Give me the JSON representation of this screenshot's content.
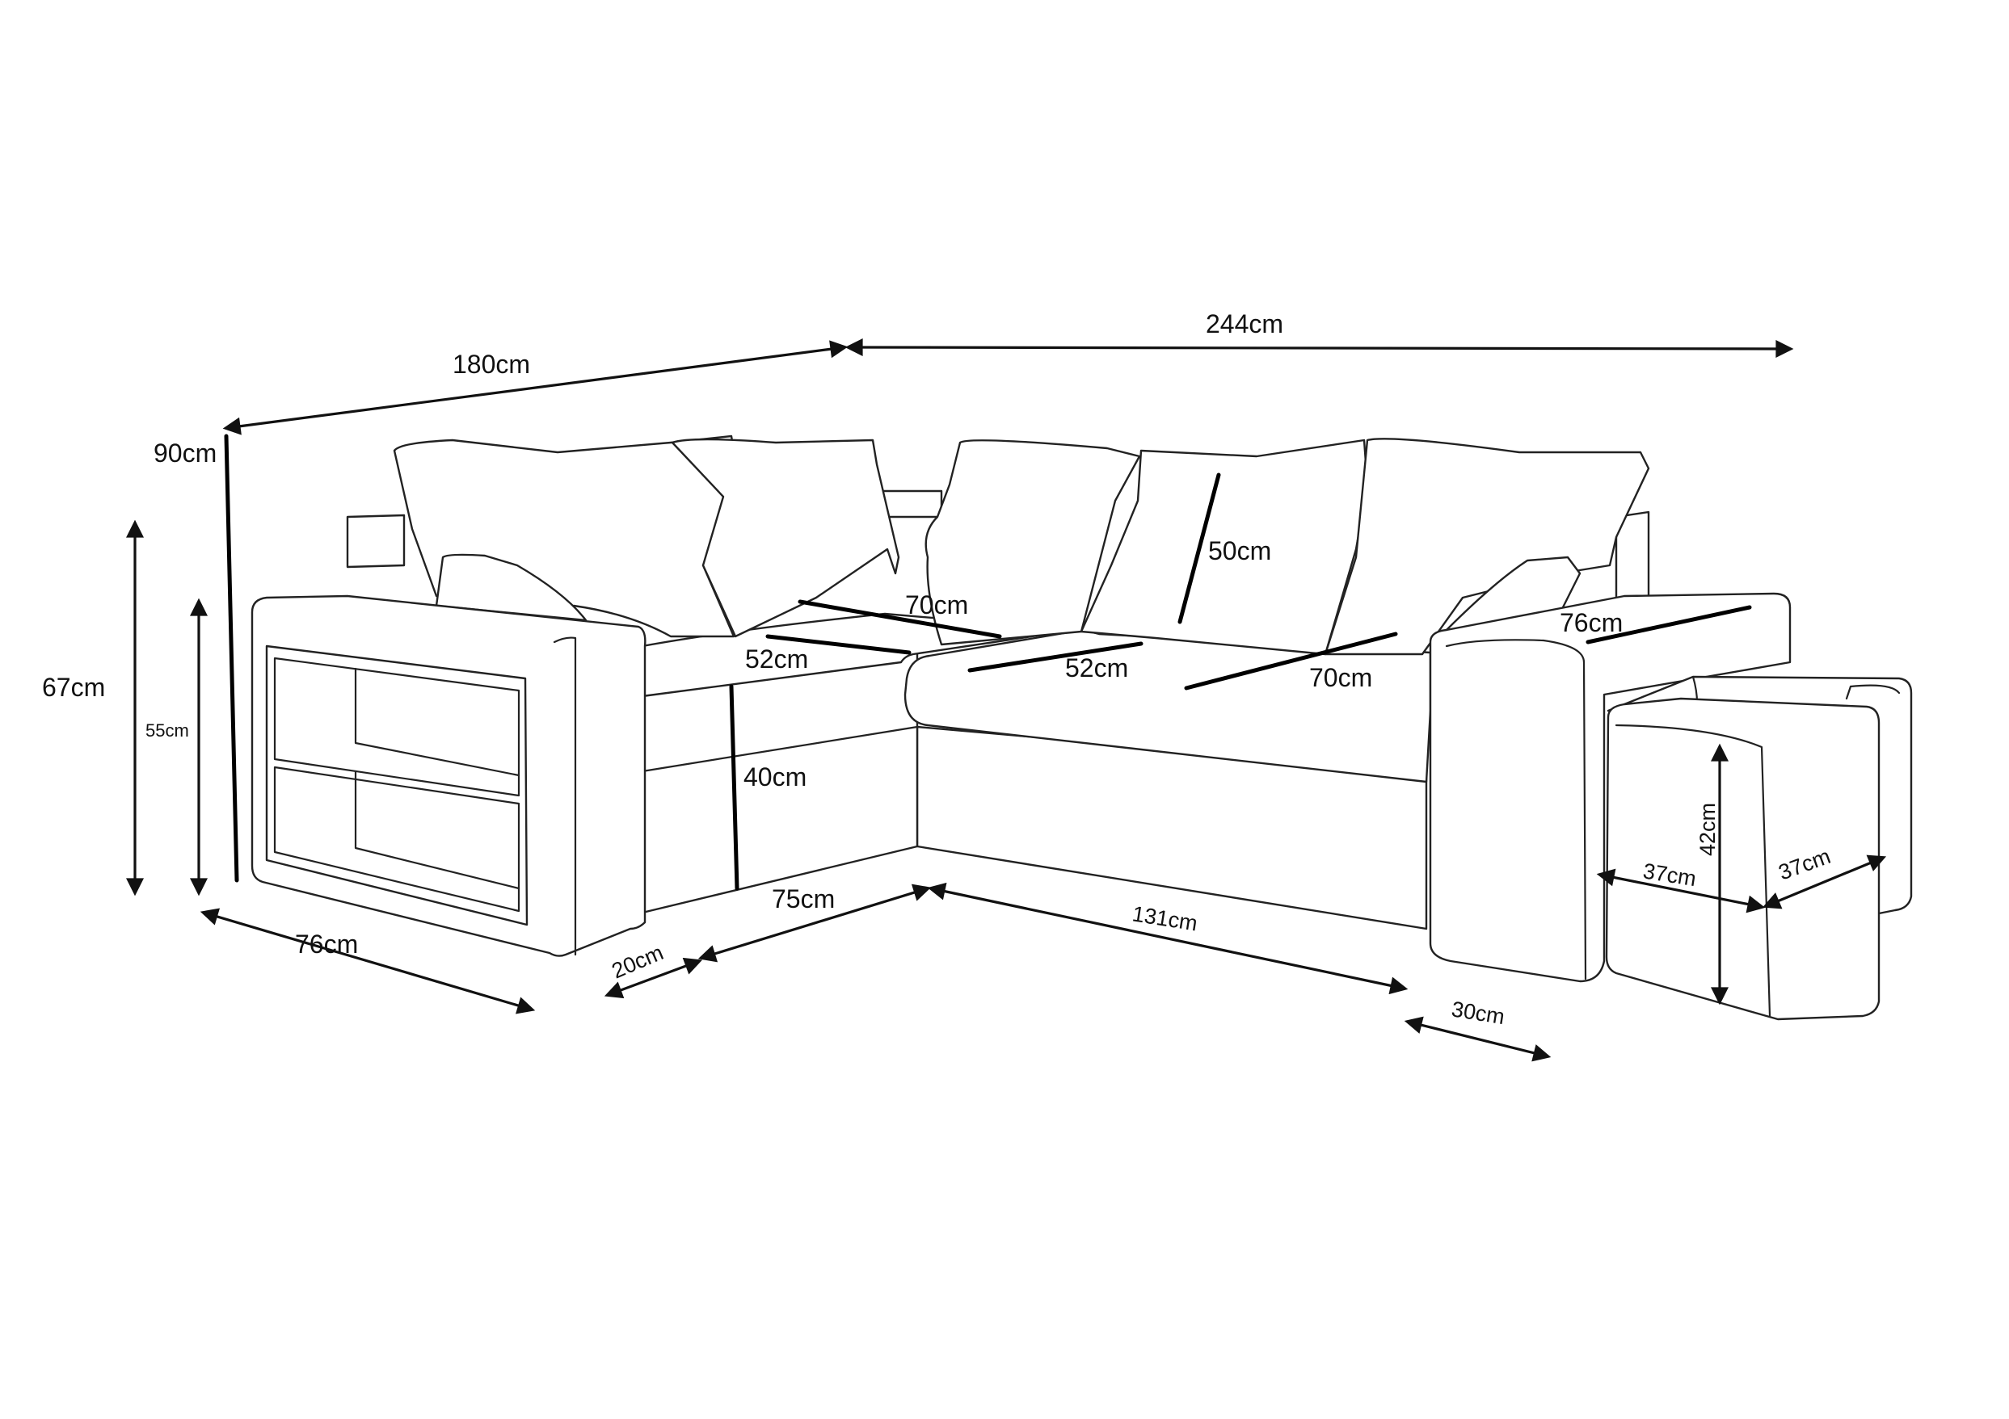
{
  "colors": {
    "line": "#222222",
    "dimension": "#111111",
    "background": "#ffffff"
  },
  "icons": {
    "arrowhead": "arrowhead-icon"
  },
  "dimensions": {
    "overall_width": "244cm",
    "overall_depth": "180cm",
    "back_height": "90cm",
    "arm_height": "67cm",
    "shelf_height": "55cm",
    "left_arm_depth": "76cm",
    "right_arm_depth": "76cm",
    "arm_width": "20cm",
    "chaise_front": "75cm",
    "main_front": "131cm",
    "right_arm_width": "30cm",
    "seat_height": "40cm",
    "backrest_height": "50cm",
    "chaise_seat_length": "70cm",
    "chaise_seat_depth": "52cm",
    "main_seat_depth": "52cm",
    "main_seat_length": "70cm",
    "pouf_width": "37cm",
    "pouf_depth": "37cm",
    "pouf_height": "42cm"
  }
}
